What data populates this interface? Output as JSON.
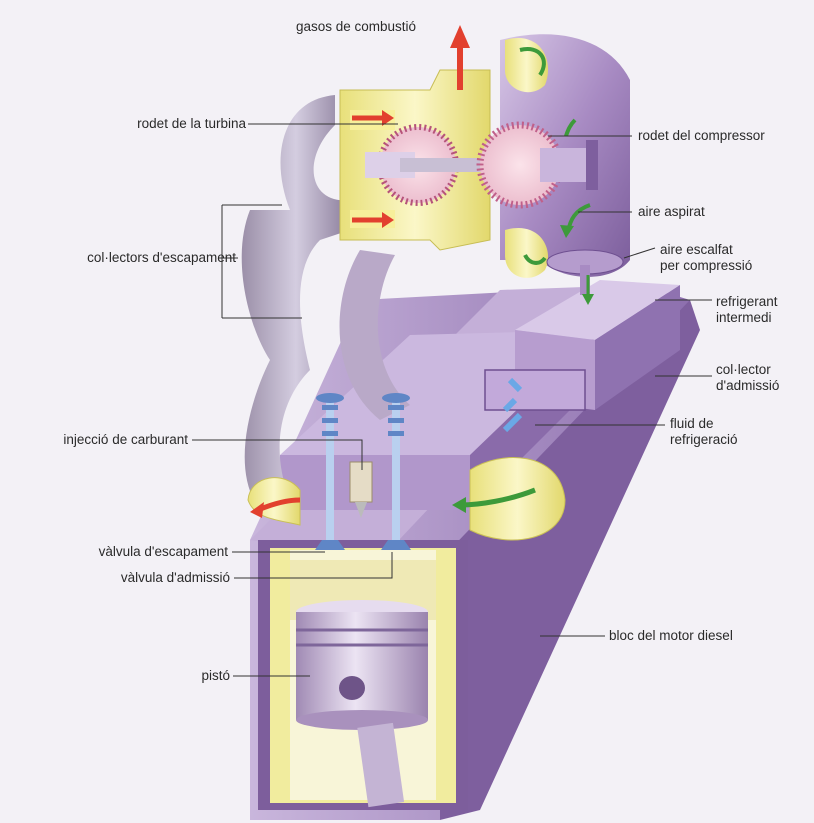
{
  "labels": {
    "exhaust_gases": "gasos de combustió",
    "turbine_wheel": "rodet de la turbina",
    "compressor_wheel": "rodet del compressor",
    "intake_air": "aire aspirat",
    "exhaust_manifolds": "col·lectors d'escapament",
    "compressed_air_line1": "aire escalfat",
    "compressed_air_line2": "per compressió",
    "intercooler_line1": "refrigerant",
    "intercooler_line2": "intermedi",
    "intake_manifold_line1": "col·lector",
    "intake_manifold_line2": "d'admissió",
    "coolant_line1": "fluid de",
    "coolant_line2": "refrigeració",
    "fuel_injection": "injecció de carburant",
    "exhaust_valve": "vàlvula d'escapament",
    "intake_valve": "vàlvula d'admissió",
    "engine_block": "bloc del motor diesel",
    "piston": "pistó"
  },
  "colors": {
    "engine_violet": "#a98bc4",
    "engine_dark": "#7a5a9a",
    "housing_yellow": "#f3efa2",
    "flow_red": "#e2402e",
    "flow_green": "#3d9a3a",
    "valve_blue": "#5f86c6",
    "coolant_blue": "#6aa8e6"
  }
}
